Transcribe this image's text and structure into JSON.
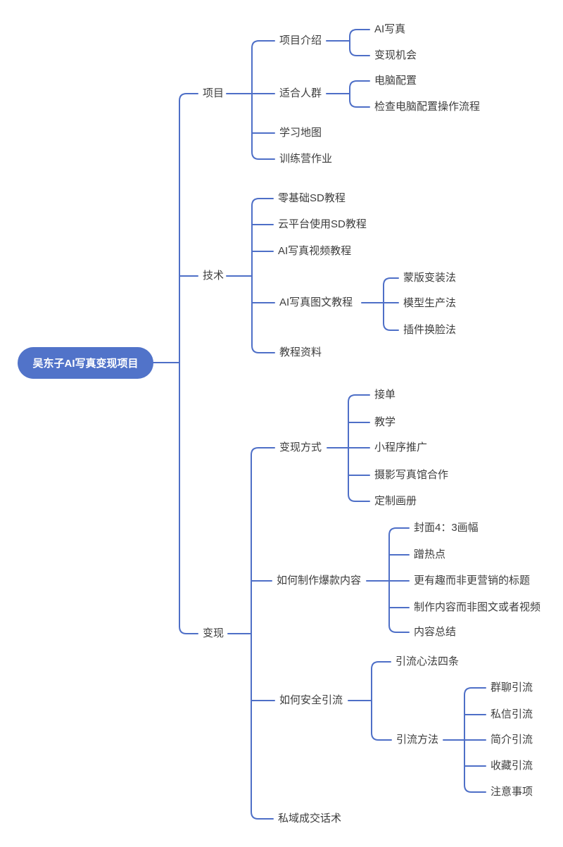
{
  "colors": {
    "line": "#4e6fc7",
    "root_background": "#5173c9",
    "root_text": "#ffffff",
    "node_text": "#3d3d3d",
    "background": "#ffffff"
  },
  "mindmap": {
    "root": {
      "label": "吴东子AI写真变现项目"
    },
    "branches": [
      {
        "label": "项目",
        "children": [
          {
            "label": "项目介绍",
            "children": [
              {
                "label": "AI写真"
              },
              {
                "label": "变现机会"
              }
            ]
          },
          {
            "label": "适合人群",
            "children": [
              {
                "label": "电脑配置"
              },
              {
                "label": "检查电脑配置操作流程"
              }
            ]
          },
          {
            "label": "学习地图"
          },
          {
            "label": "训练营作业"
          }
        ]
      },
      {
        "label": "技术",
        "children": [
          {
            "label": "零基础SD教程"
          },
          {
            "label": "云平台使用SD教程"
          },
          {
            "label": "AI写真视频教程"
          },
          {
            "label": "AI写真图文教程",
            "children": [
              {
                "label": "蒙版变装法"
              },
              {
                "label": "模型生产法"
              },
              {
                "label": "插件换脸法"
              }
            ]
          },
          {
            "label": "教程资料"
          }
        ]
      },
      {
        "label": "变现",
        "children": [
          {
            "label": "变现方式",
            "children": [
              {
                "label": "接单"
              },
              {
                "label": "教学"
              },
              {
                "label": "小程序推广"
              },
              {
                "label": "摄影写真馆合作"
              },
              {
                "label": "定制画册"
              }
            ]
          },
          {
            "label": "如何制作爆款内容",
            "children": [
              {
                "label": "封面4：3画幅"
              },
              {
                "label": "蹭热点"
              },
              {
                "label": "更有趣而非更营销的标题"
              },
              {
                "label": "制作内容而非图文或者视频"
              },
              {
                "label": "内容总结"
              }
            ]
          },
          {
            "label": "如何安全引流",
            "children": [
              {
                "label": "引流心法四条"
              },
              {
                "label": "引流方法",
                "children": [
                  {
                    "label": "群聊引流"
                  },
                  {
                    "label": "私信引流"
                  },
                  {
                    "label": "简介引流"
                  },
                  {
                    "label": "收藏引流"
                  },
                  {
                    "label": "注意事项"
                  }
                ]
              }
            ]
          },
          {
            "label": "私域成交话术"
          }
        ]
      }
    ]
  }
}
